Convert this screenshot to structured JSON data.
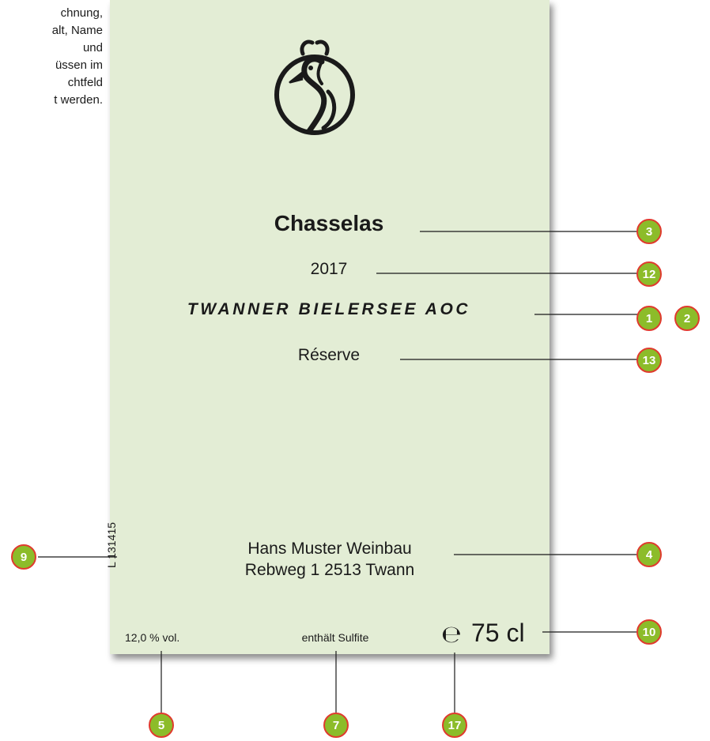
{
  "intro_text": [
    "chnung,",
    "alt, Name",
    "und",
    "üssen im",
    "chtfeld",
    "t werden."
  ],
  "label": {
    "variety": "Chasselas",
    "vintage": "2017",
    "appellation": "TWANNER BIELERSEE AOC",
    "designation": "Réserve",
    "producer_name": "Hans Muster Weinbau",
    "producer_address": "Rebweg 1 2513 Twann",
    "lot_number": "L 131415",
    "alcohol": "12,0 % vol.",
    "sulfites": "enthält Sulfite",
    "e_mark": "℮",
    "volume": "75 cl"
  },
  "callouts": [
    "3",
    "12",
    "1",
    "2",
    "13",
    "9",
    "4",
    "10",
    "5",
    "7",
    "17"
  ],
  "colors": {
    "label_background": "#e3edd5",
    "badge_fill": "#8cbc2a",
    "badge_border": "#e03a2e",
    "leader_line": "#1a1a1a"
  },
  "icons": [
    "swan-logo-icon"
  ]
}
